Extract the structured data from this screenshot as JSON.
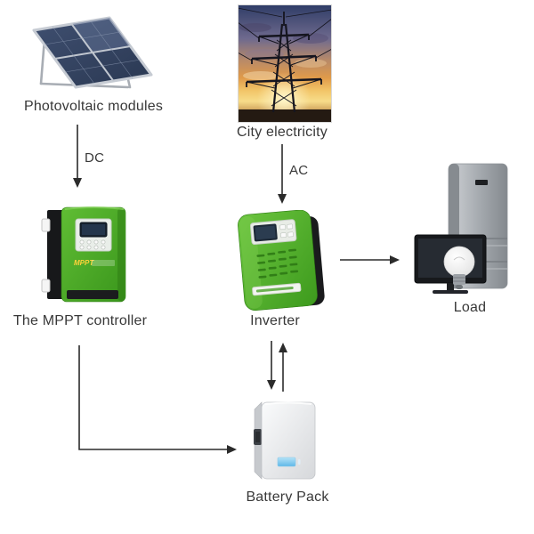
{
  "diagram": {
    "type": "solar-energy-storage-system-flow",
    "background": "#ffffff",
    "text_color": "#383838",
    "arrow_color": "#2b2b2b",
    "accent_green": "#4aa52a",
    "nodes": {
      "pv": {
        "label": "Photovoltaic modules",
        "image": "solar-panel-array"
      },
      "grid": {
        "label": "City electricity",
        "image": "transmission-tower-sunset-photo"
      },
      "mppt": {
        "label": "The MPPT controller",
        "image": "green-mppt-charge-controller",
        "device_text": "MPPT"
      },
      "inverter": {
        "label": "Inverter",
        "image": "green-wall-mounted-inverter"
      },
      "load": {
        "label": "Load",
        "image": "fridge-tv-lightbulb"
      },
      "battery": {
        "label": "Battery Pack",
        "image": "white-wall-battery",
        "screen_color": "#7ec8f0"
      }
    },
    "edges": [
      {
        "from": "Photovoltaic modules",
        "to": "The MPPT controller",
        "label": "DC"
      },
      {
        "from": "City electricity",
        "to": "Inverter",
        "label": "AC"
      },
      {
        "from": "Inverter",
        "to": "Load",
        "label": ""
      },
      {
        "from": "Inverter",
        "to": "Battery Pack",
        "label": ""
      },
      {
        "from": "Battery Pack",
        "to": "Inverter",
        "label": ""
      },
      {
        "from": "The MPPT controller",
        "to": "Battery Pack",
        "label": ""
      }
    ]
  }
}
